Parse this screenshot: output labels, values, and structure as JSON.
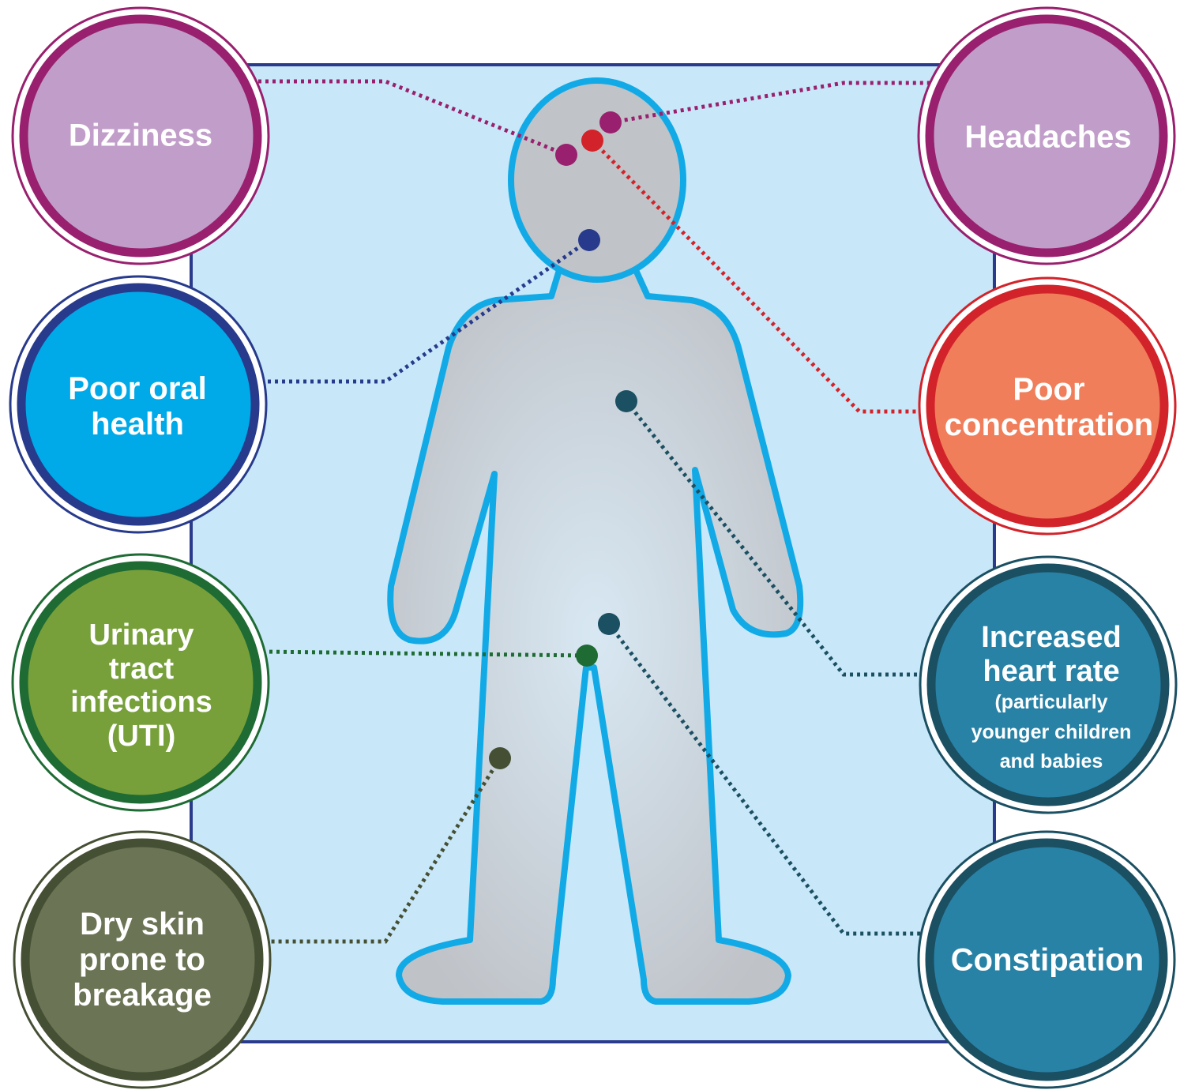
{
  "colors": {
    "background_panel": "#c8e8f9",
    "panel_border": "#2b3b8c",
    "body_fill": "#c0c3c8",
    "body_outline": "#12aae6",
    "dizziness": "#c19ec9",
    "dizziness_ring": "#98206e",
    "headaches": "#c19ec9",
    "headaches_ring": "#98206e",
    "oral_health": "#00a9e8",
    "oral_health_ring": "#273a8c",
    "concentration": "#f07e5b",
    "concentration_ring": "#d2232a",
    "uti": "#77a03a",
    "uti_ring": "#1f6b34",
    "heart_rate": "#2882a6",
    "heart_rate_ring": "#1b4f62",
    "dry_skin": "#6b7455",
    "dry_skin_ring": "#454f33",
    "constipation": "#2882a6",
    "constipation_ring": "#1b4f62"
  },
  "symptoms": {
    "dizziness": {
      "lines": [
        "Dizziness"
      ]
    },
    "headaches": {
      "lines": [
        "Headaches"
      ]
    },
    "oral_health": {
      "lines": [
        "Poor oral",
        "health"
      ]
    },
    "concentration": {
      "lines": [
        "Poor",
        "concentration"
      ]
    },
    "uti": {
      "lines": [
        "Urinary",
        "tract",
        "infections",
        "(UTI)"
      ]
    },
    "heart_rate": {
      "lines": [
        "Increased",
        "heart rate"
      ],
      "sub_lines": [
        "(particularly",
        "younger children",
        "and babies"
      ]
    },
    "dry_skin": {
      "lines": [
        "Dry skin",
        "prone to",
        "breakage"
      ]
    },
    "constipation": {
      "lines": [
        "Constipation"
      ]
    }
  }
}
